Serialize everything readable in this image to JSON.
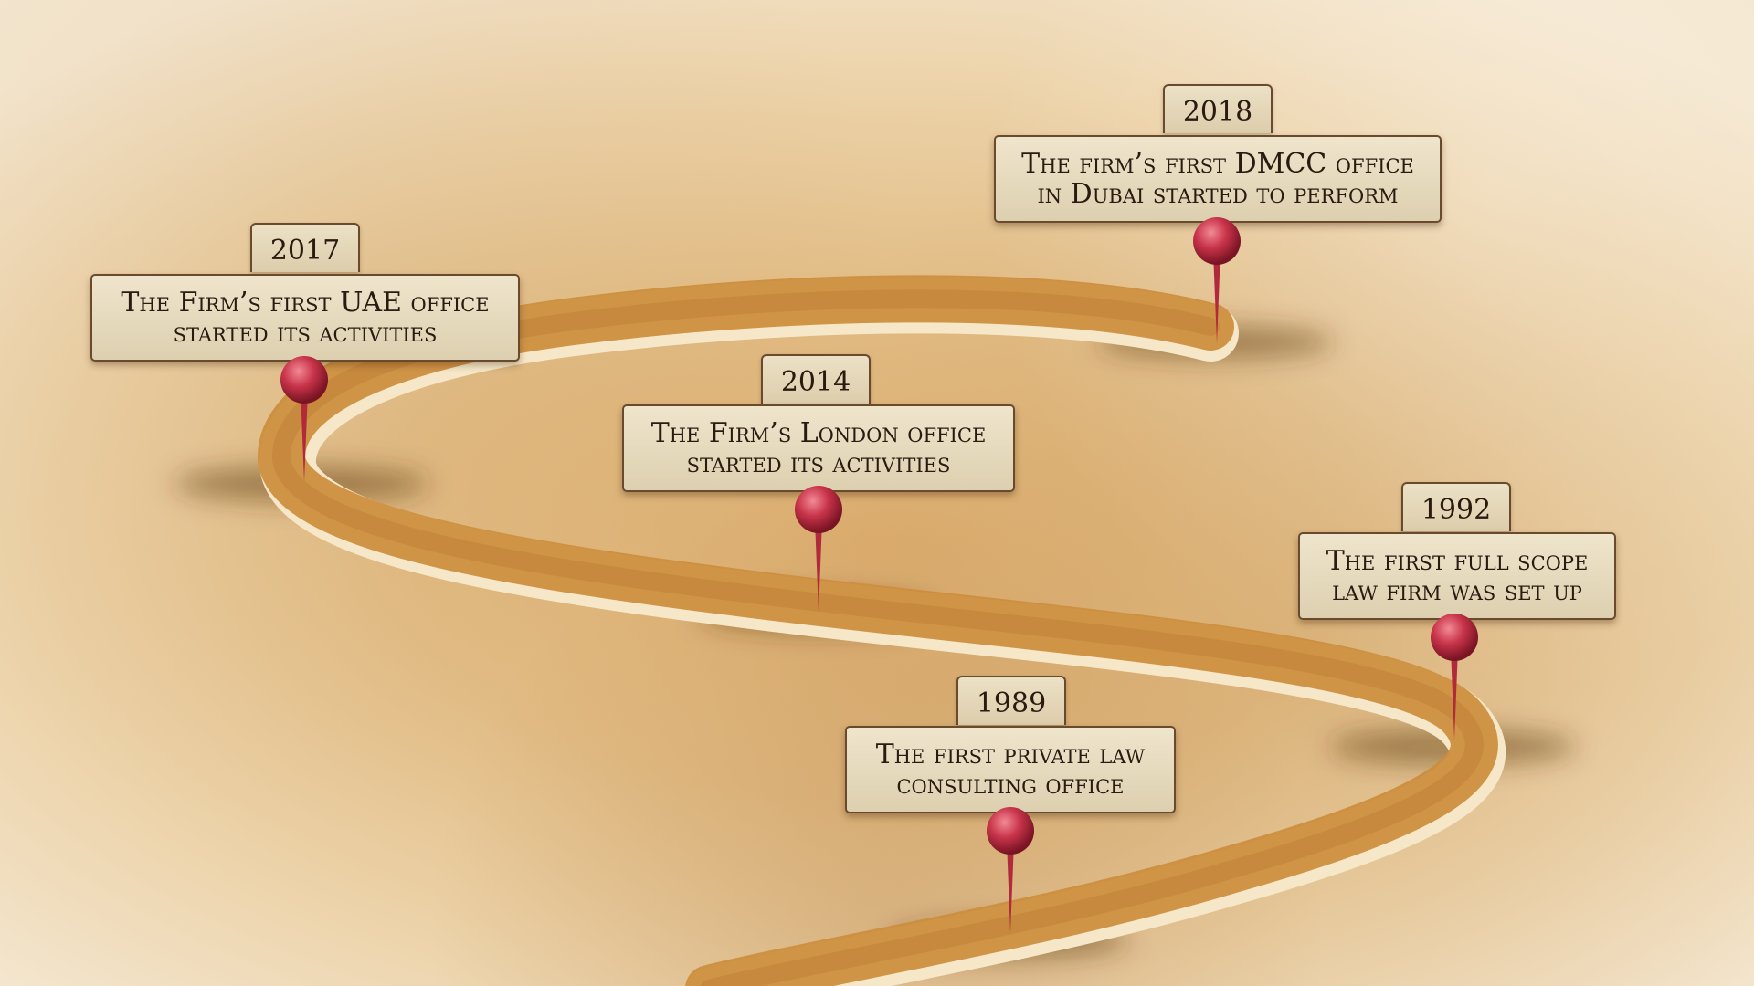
{
  "events": [
    {
      "year": "2018",
      "text": "The firm’s first DMCC office\nin Dubai started to perform",
      "pin_color": "#c8344a"
    },
    {
      "year": "2017",
      "text": "The Firm’s first UAE office\nstarted its activities",
      "pin_color": "#c8344a"
    },
    {
      "year": "2014",
      "text": "The Firm’s London office\nstarted its activities",
      "pin_color": "#c8344a"
    },
    {
      "year": "1992",
      "text": "The first full scope\nlaw firm was set up",
      "pin_color": "#c8344a"
    },
    {
      "year": "1989",
      "text": "The first private law\nconsulting office",
      "pin_color": "#c8344a"
    }
  ]
}
